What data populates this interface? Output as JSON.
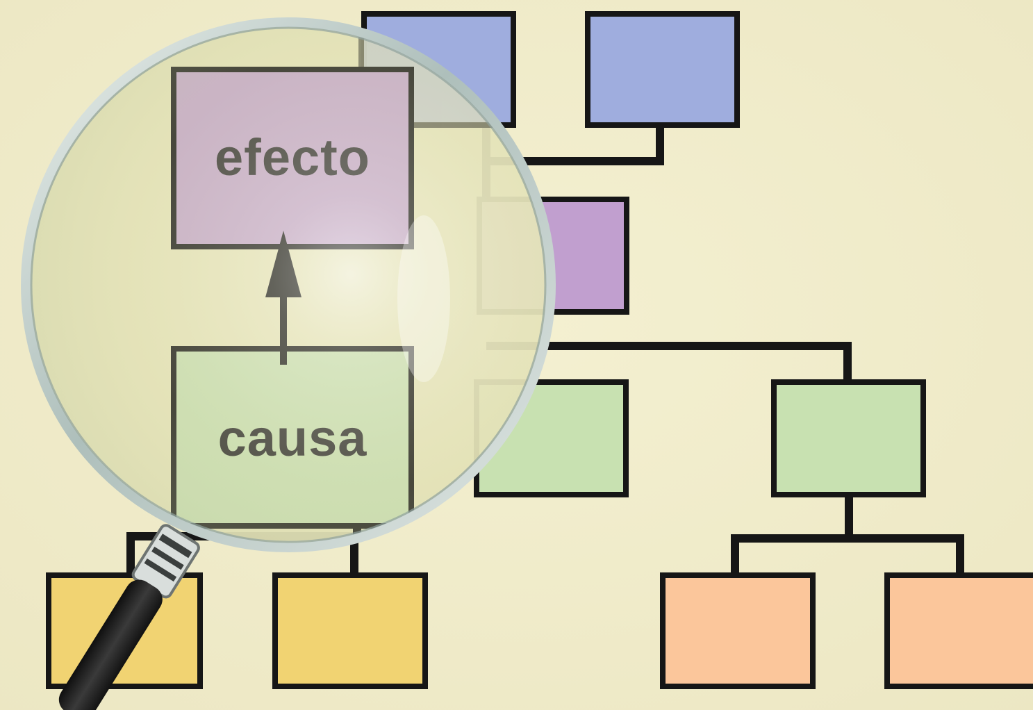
{
  "colors": {
    "background": "#f2eecd",
    "stroke": "#161616",
    "blue_box": "#9fadde",
    "purple_box": "#c19fcf",
    "green_box": "#c8e1b1",
    "yellow_box": "#f1d372",
    "orange_box": "#fbc69b",
    "lens_tint": "#e3e1b7",
    "lens_rim": "#b9c6c2",
    "handle_dark": "#222222",
    "handle_metal": "#cfd4d2",
    "label_text": "#2b2a2c"
  },
  "diagram": {
    "magnifier": {
      "effect_label": "efecto",
      "cause_label": "causa",
      "arrow_direction": "cause-to-effect"
    },
    "tree_levels": [
      {
        "level": 1,
        "color": "blue",
        "count": 2
      },
      {
        "level": 2,
        "color": "purple",
        "count": 1
      },
      {
        "level": 3,
        "color": "green",
        "count": 2
      },
      {
        "level": 4,
        "color": "yellow",
        "count": 2
      },
      {
        "level": 4,
        "color": "orange",
        "count": 2
      }
    ],
    "icons": [
      "magnifying-glass-icon",
      "arrow-up-icon"
    ]
  }
}
